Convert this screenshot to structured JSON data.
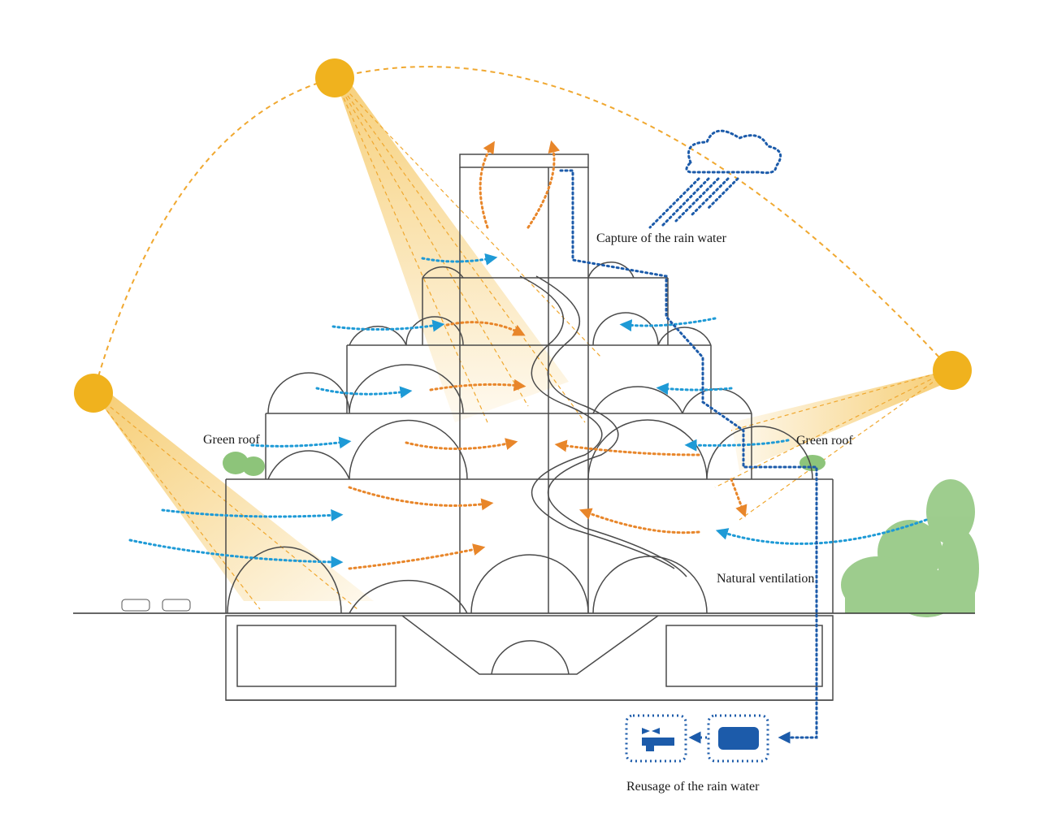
{
  "labels": {
    "capture_rain": "Capture of the rain water",
    "green_roof_left": "Green roof",
    "green_roof_right": "Green roof",
    "natural_ventilation": "Natural ventilation",
    "reusage_rain": "Reusage of the rain water"
  },
  "colors": {
    "sun": "#F0B21E",
    "sun_arc": "#F0A830",
    "light_cone": "#F2B632",
    "air_cool": "#1E9AD6",
    "air_warm": "#E8862A",
    "rain": "#1C5BAA",
    "building_line": "#4a4a4a",
    "tree": "#7FB96A"
  },
  "icons": [
    "sun-icon",
    "rain-cloud-icon",
    "faucet-icon",
    "water-tank-icon"
  ]
}
